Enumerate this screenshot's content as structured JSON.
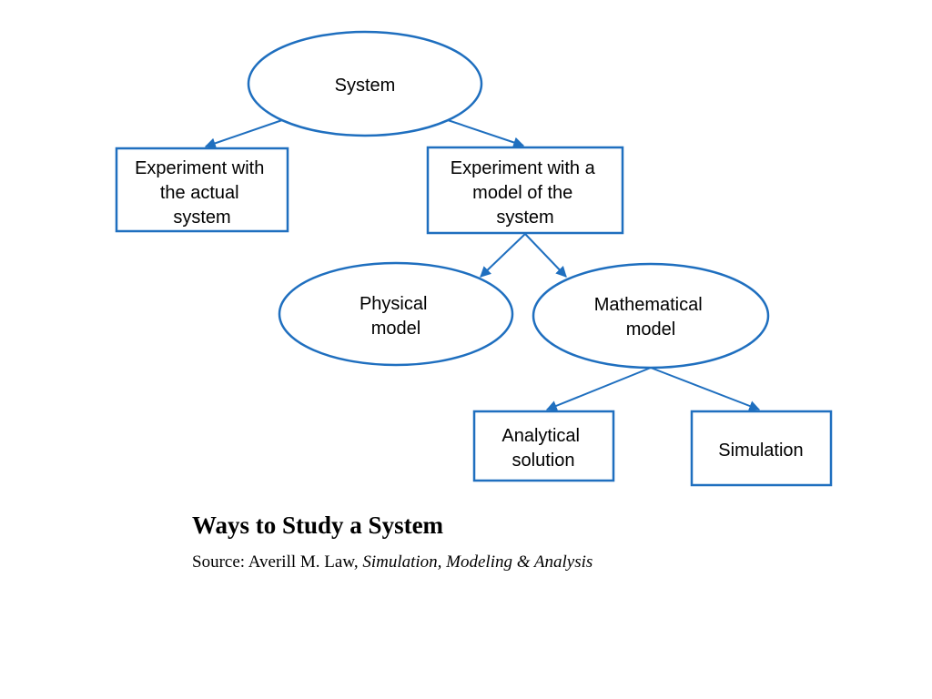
{
  "colors": {
    "accent": "#1f6fbf",
    "text": "#000000",
    "background": "#ffffff"
  },
  "nodes": {
    "system": {
      "shape": "ellipse",
      "lines": [
        "System"
      ]
    },
    "experiment_actual": {
      "shape": "box",
      "lines": [
        "Experiment with",
        "the actual",
        "system"
      ]
    },
    "experiment_model": {
      "shape": "box",
      "lines": [
        "Experiment with a",
        "model of the",
        "system"
      ]
    },
    "physical_model": {
      "shape": "ellipse",
      "lines": [
        "Physical",
        "model"
      ]
    },
    "mathematical_model": {
      "shape": "ellipse",
      "lines": [
        "Mathematical",
        "model"
      ]
    },
    "analytical_solution": {
      "shape": "box",
      "lines": [
        "Analytical",
        "solution"
      ]
    },
    "simulation": {
      "shape": "box",
      "lines": [
        "Simulation"
      ]
    }
  },
  "edges": [
    {
      "from": "system",
      "to": "experiment_actual"
    },
    {
      "from": "system",
      "to": "experiment_model"
    },
    {
      "from": "experiment_model",
      "to": "physical_model"
    },
    {
      "from": "experiment_model",
      "to": "mathematical_model"
    },
    {
      "from": "mathematical_model",
      "to": "analytical_solution"
    },
    {
      "from": "mathematical_model",
      "to": "simulation"
    }
  ],
  "caption": {
    "title": "Ways to Study a System",
    "source_prefix": "Source: Averill M. Law, ",
    "source_work": "Simulation, Modeling & Analysis"
  }
}
